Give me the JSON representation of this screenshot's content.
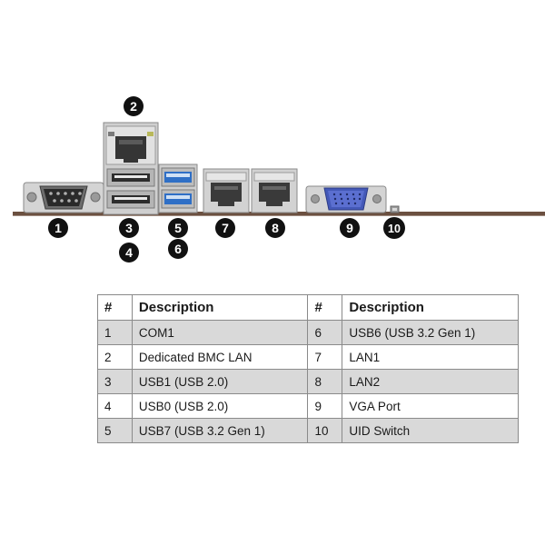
{
  "io_panel": {
    "callouts": [
      "1",
      "2",
      "3",
      "4",
      "5",
      "6",
      "7",
      "8",
      "9",
      "10"
    ],
    "colors": {
      "board_line": "#6b5040",
      "metal": "#c9c9c9",
      "metal_dark": "#8f8f8f",
      "usb3_blue": "#2f6fc6",
      "vga_blue": "#4459b8",
      "badge": "#111111"
    }
  },
  "table": {
    "headers": {
      "num": "#",
      "desc": "Description",
      "num2": "#",
      "desc2": "Description"
    },
    "rows": [
      {
        "num": "1",
        "desc": "COM1",
        "num2": "6",
        "desc2": "USB6 (USB 3.2 Gen 1)"
      },
      {
        "num": "2",
        "desc": "Dedicated BMC LAN",
        "num2": "7",
        "desc2": "LAN1"
      },
      {
        "num": "3",
        "desc": "USB1 (USB 2.0)",
        "num2": "8",
        "desc2": "LAN2"
      },
      {
        "num": "4",
        "desc": "USB0 (USB 2.0)",
        "num2": "9",
        "desc2": "VGA Port"
      },
      {
        "num": "5",
        "desc": "USB7 (USB 3.2 Gen 1)",
        "num2": "10",
        "desc2": "UID Switch"
      }
    ]
  }
}
